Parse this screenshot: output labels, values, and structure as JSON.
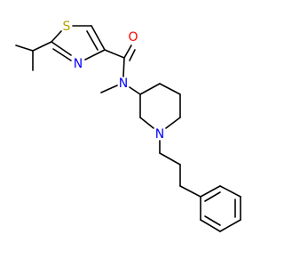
{
  "atoms": {
    "sulfur": {
      "symbol": "S",
      "color": "#b5a000"
    },
    "thiazole_nitrogen": {
      "symbol": "N",
      "color": "#0000ff"
    },
    "carbonyl_oxygen": {
      "symbol": "O",
      "color": "#ff0000"
    },
    "amide_nitrogen": {
      "symbol": "N",
      "color": "#0000ff"
    },
    "piperidine_nitrogen": {
      "symbol": "N",
      "color": "#0000ff"
    }
  },
  "bond_color": "#000000"
}
